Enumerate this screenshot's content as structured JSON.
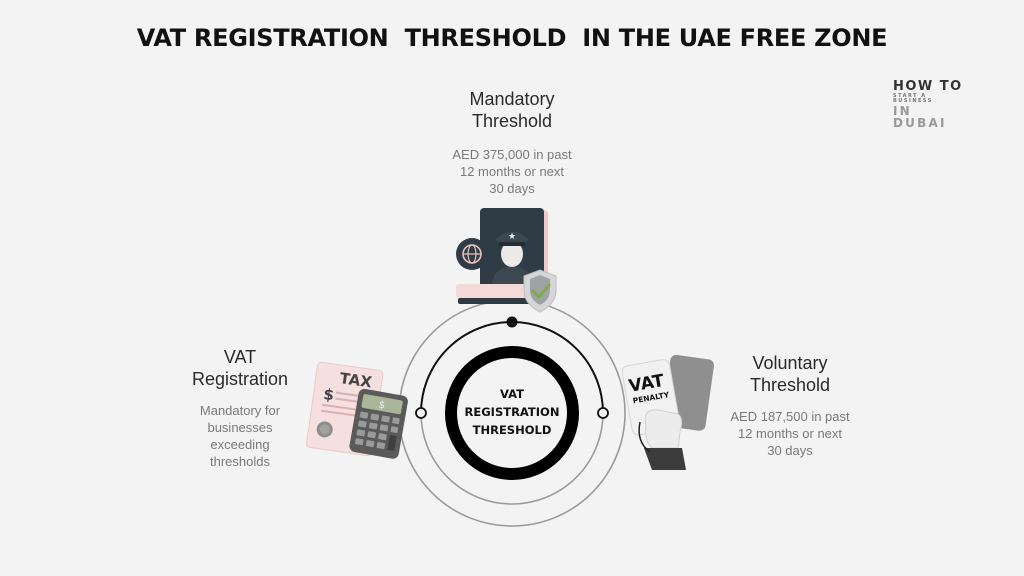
{
  "title": "VAT REGISTRATION  THRESHOLD  IN THE UAE FREE ZONE",
  "logo": {
    "line1": "HOW TO",
    "line2": "START A BUSINESS",
    "line3": "IN DUBAI"
  },
  "center": {
    "lines": [
      "VAT",
      "REGISTRATION",
      "THRESHOLD"
    ]
  },
  "nodes": [
    {
      "position": "top",
      "heading": [
        "Mandatory",
        "Threshold"
      ],
      "description": [
        "AED 375,000 in past",
        "12 months or next",
        "30 days"
      ],
      "icon": "officer-passport-shield-icon"
    },
    {
      "position": "left",
      "heading": [
        "VAT",
        "Registration"
      ],
      "description": [
        "Mandatory for",
        "businesses",
        "exceeding",
        "thresholds"
      ],
      "icon": "tax-document-calculator-icon"
    },
    {
      "position": "right",
      "heading": [
        "Voluntary",
        "Threshold"
      ],
      "description": [
        "AED 187,500 in past",
        "12 months or next",
        "30 days"
      ],
      "icon": "vat-penalty-card-hand-icon"
    }
  ],
  "illustration_text": {
    "tax_doc": "TAX",
    "dollar": "$",
    "calc_display": "$",
    "card_big": "VAT",
    "card_small": "PENALTY"
  },
  "colors": {
    "background": "#f3f3f3",
    "ring": "#000000",
    "orbit": "#9a9a9a",
    "dark_slate": "#2f3c45",
    "pink": "#f3d9d8",
    "check_green": "#7a9a4a"
  }
}
